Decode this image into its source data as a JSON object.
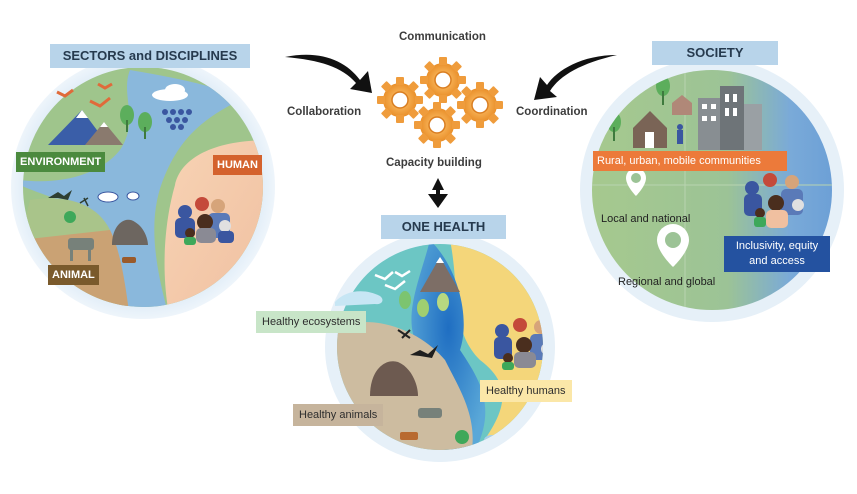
{
  "sectors": {
    "title": "SECTORS and DISCIPLINES",
    "labels": {
      "environment": "ENVIRONMENT",
      "human": "HUMAN",
      "animal": "ANIMAL"
    },
    "colors": {
      "environment": "#4b8a3e",
      "human": "#d4622d",
      "animal": "#7a5a2c"
    }
  },
  "center": {
    "top": "Communication",
    "left": "Collaboration",
    "right": "Coordination",
    "bottom": "Capacity building",
    "gear_color": "#f0a040"
  },
  "one_health": {
    "title": "ONE HEALTH",
    "labels": {
      "ecosystems": "Healthy ecosystems",
      "humans": "Healthy humans",
      "animals": "Healthy animals"
    }
  },
  "society": {
    "title": "SOCIETY",
    "labels": {
      "communities": "Rural, urban, mobile communities",
      "local": "Local and national",
      "regional": "Regional and global",
      "inclusivity_line1": "Inclusivity, equity",
      "inclusivity_line2": "and access"
    },
    "colors": {
      "communities": "#ec7a3a",
      "inclusivity": "#2452a0"
    }
  }
}
